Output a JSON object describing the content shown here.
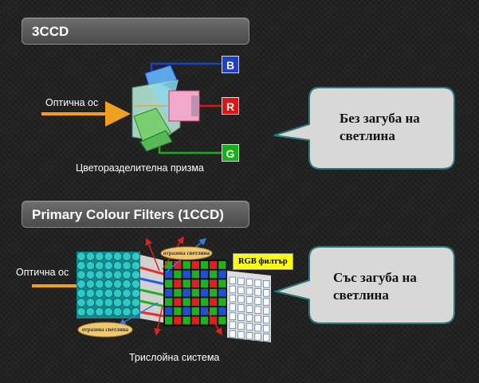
{
  "section1": {
    "title": "3CCD",
    "optical_axis_label": "Оптична ос",
    "prism_label": "Цветоразделителна призма",
    "channels": [
      {
        "letter": "B",
        "color": "#1e3fc8"
      },
      {
        "letter": "R",
        "color": "#e01414"
      },
      {
        "letter": "G",
        "color": "#18b018"
      }
    ],
    "callout": {
      "line1": "Без загуба на",
      "line2": "светлина"
    }
  },
  "section2": {
    "title": "Primary Colour Filters (1CCD)",
    "optical_axis_label": "Оптична ос",
    "reflected_top": "отразена светлина",
    "reflected_bottom": "отразена светлина",
    "rgb_filter_label": "RGB филтър",
    "system_label": "Трислойна система",
    "callout": {
      "line1": "Със загуба на",
      "line2": "светлина"
    }
  },
  "colors": {
    "accent_arrow": "#f0a020",
    "callout_fill": "#d8d8d8",
    "callout_border": "#2a7a80",
    "lens_cyan": "#30c8c8"
  }
}
